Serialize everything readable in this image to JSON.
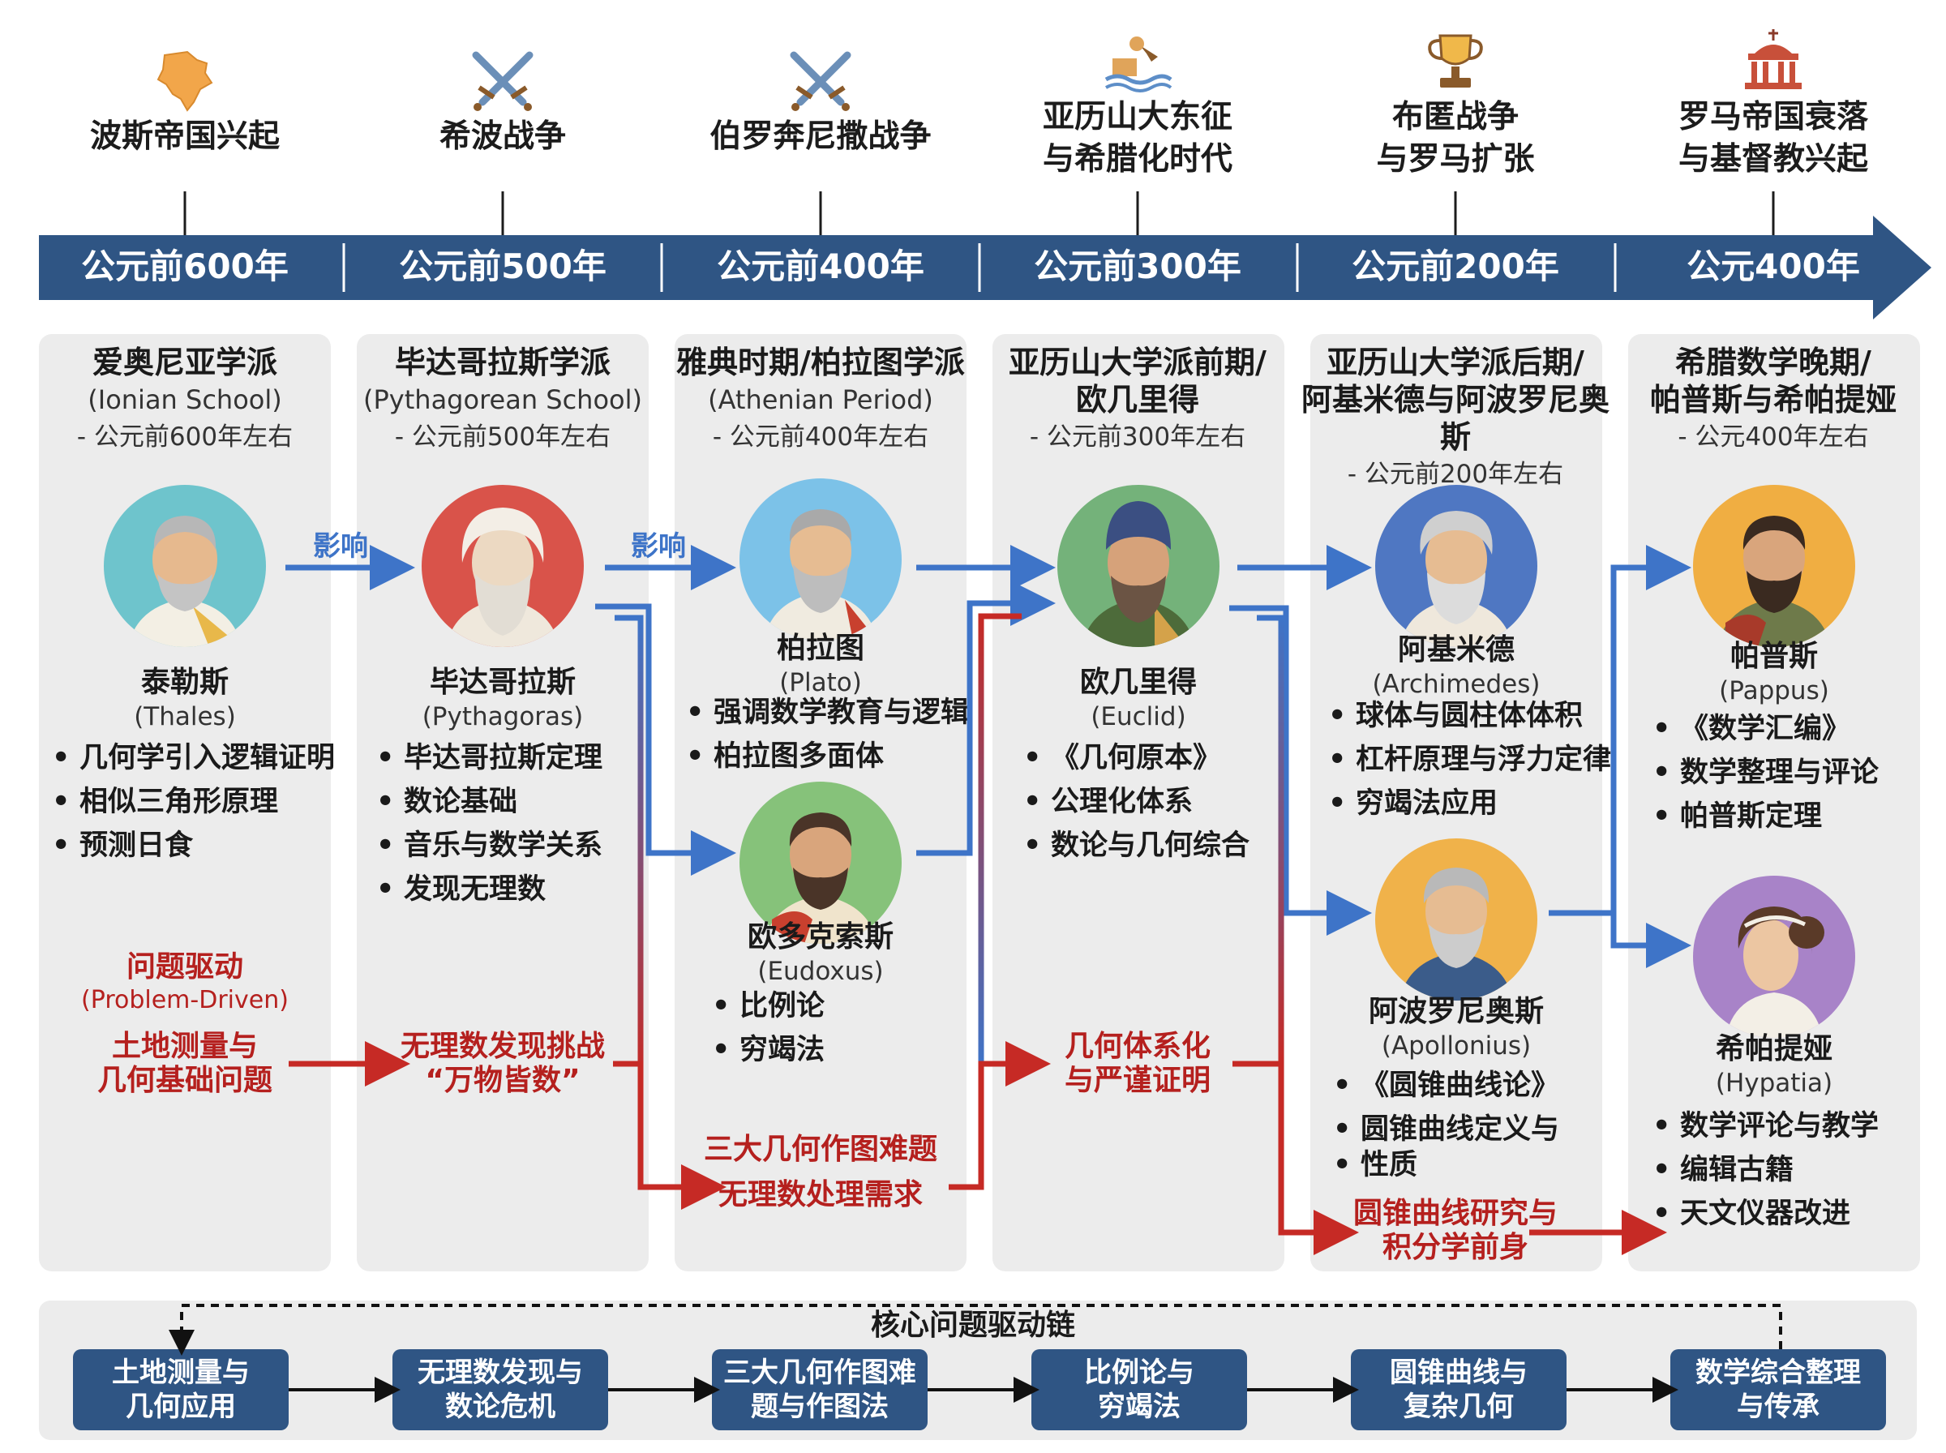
{
  "colors": {
    "navy": "#2f5584",
    "blue_arrow": "#3e74c8",
    "red_arrow": "#c62a25",
    "panel": "#ececec"
  },
  "events": [
    {
      "icon": "persia-map-icon",
      "lines": [
        "",
        "波斯帝国兴起"
      ]
    },
    {
      "icon": "crossed-swords-icon",
      "lines": [
        "",
        "希波战争"
      ]
    },
    {
      "icon": "crossed-swords-icon",
      "lines": [
        "",
        "伯罗奔尼撒战争"
      ]
    },
    {
      "icon": "ship-battle-icon",
      "lines": [
        "亚历山大东征",
        "与希腊化时代"
      ]
    },
    {
      "icon": "trophy-icon",
      "lines": [
        "布匿战争",
        "与罗马扩张"
      ]
    },
    {
      "icon": "temple-icon",
      "lines": [
        "罗马帝国衰落",
        "与基督教兴起"
      ]
    }
  ],
  "years": [
    "公元前600年",
    "公元前500年",
    "公元前400年",
    "公元前300年",
    "公元前200年",
    "公元400年"
  ],
  "columns": [
    {
      "title": [
        "爱奥尼亚学派"
      ],
      "en": "(Ionian School)",
      "date": "- 公元前600年左右"
    },
    {
      "title": [
        "毕达哥拉斯学派"
      ],
      "en": "(Pythagorean School)",
      "date": "- 公元前500年左右"
    },
    {
      "title": [
        "雅典时期/柏拉图学派"
      ],
      "en": "(Athenian Period)",
      "date": "- 公元前400年左右"
    },
    {
      "title": [
        "亚历山大学派前期/",
        "欧几里得"
      ],
      "en": "",
      "date": "- 公元前300年左右"
    },
    {
      "title": [
        "亚历山大学派后期/",
        "阿基米德与阿波罗尼奥斯"
      ],
      "en": "",
      "date": "- 公元前200年左右"
    },
    {
      "title": [
        "希腊数学晚期/",
        "帕普斯与希帕提娅"
      ],
      "en": "",
      "date": "- 公元400年左右"
    }
  ],
  "people": {
    "thales": {
      "zh": "泰勒斯",
      "en": "(Thales)",
      "items": [
        "几何学引入逻辑证明",
        "相似三角形原理",
        "预测日食"
      ]
    },
    "pythagoras": {
      "zh": "毕达哥拉斯",
      "en": "(Pythagoras)",
      "items": [
        "毕达哥拉斯定理",
        "数论基础",
        "音乐与数学关系",
        "发现无理数"
      ]
    },
    "plato": {
      "zh": "柏拉图",
      "en": "(Plato)",
      "items": [
        "强调数学教育与逻辑",
        "柏拉图多面体"
      ]
    },
    "eudoxus": {
      "zh": "欧多克索斯",
      "en": "(Eudoxus)",
      "items": [
        "比例论",
        "穷竭法"
      ]
    },
    "euclid": {
      "zh": "欧几里得",
      "en": "(Euclid)",
      "items": [
        "《几何原本》",
        "公理化体系",
        "数论与几何综合"
      ]
    },
    "archimedes": {
      "zh": "阿基米德",
      "en": "(Archimedes)",
      "items": [
        "球体与圆柱体体积",
        "杠杆原理与浮力定律",
        "穷竭法应用"
      ]
    },
    "apollonius": {
      "zh": "阿波罗尼奥斯",
      "en": "(Apollonius)",
      "items": [
        "《圆锥曲线论》",
        "圆锥曲线定义与",
        "性质"
      ]
    },
    "pappus": {
      "zh": "帕普斯",
      "en": "(Pappus)",
      "items": [
        "《数学汇编》",
        "数学整理与评论",
        "帕普斯定理"
      ]
    },
    "hypatia": {
      "zh": "希帕提娅",
      "en": "(Hypatia)",
      "items": [
        "数学评论与教学",
        "编辑古籍",
        "天文仪器改进"
      ]
    }
  },
  "influence_label": "影响",
  "problems": {
    "driver_title": "问题驱动",
    "driver_en": "(Problem-Driven)",
    "p1": [
      "土地测量与",
      "几何基础问题"
    ],
    "p2": [
      "无理数发现挑战",
      "“万物皆数”"
    ],
    "p3": [
      "三大几何作图难题",
      "无理数处理需求"
    ],
    "p4": [
      "几何体系化",
      "与严谨证明"
    ],
    "p5": [
      "圆锥曲线研究与",
      "积分学前身"
    ]
  },
  "chain": {
    "title": "核心问题驱动链",
    "boxes": [
      [
        "土地测量与",
        "几何应用"
      ],
      [
        "无理数发现与",
        "数论危机"
      ],
      [
        "三大几何作图难",
        "题与作图法"
      ],
      [
        "比例论与",
        "穷竭法"
      ],
      [
        "圆锥曲线与",
        "复杂几何"
      ],
      [
        "数学综合整理",
        "与传承"
      ]
    ]
  }
}
